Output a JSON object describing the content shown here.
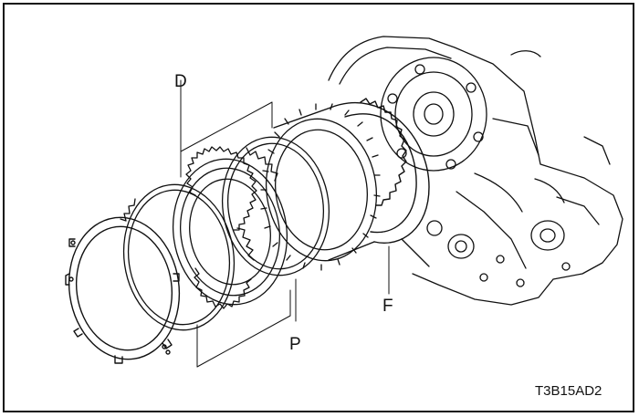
{
  "labels": {
    "d": "D",
    "p": "P",
    "f": "F"
  },
  "figure_code": "T3B15AD2",
  "colors": {
    "ink": "#111111",
    "paper": "#ffffff"
  }
}
